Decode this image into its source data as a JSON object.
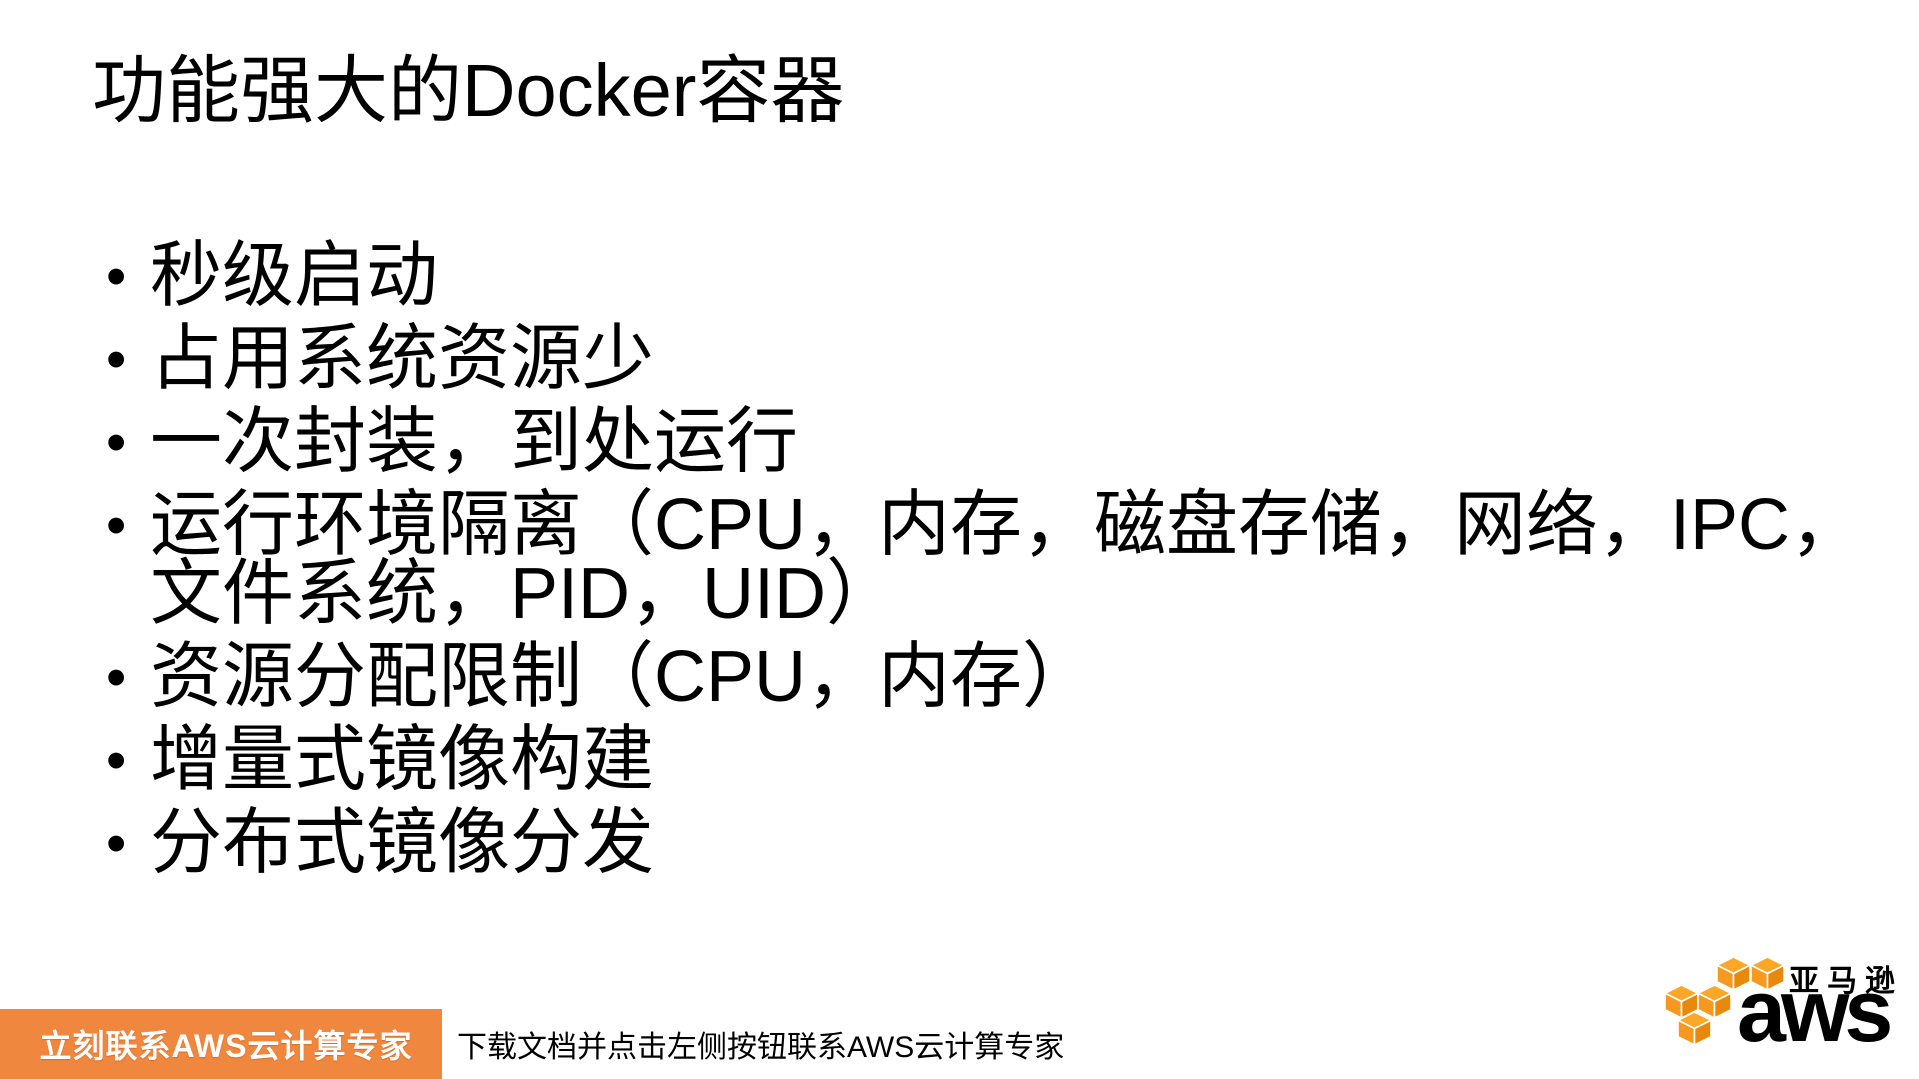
{
  "slide": {
    "title": "功能强大的Docker容器",
    "bullets": [
      "秒级启动",
      "占用系统资源少",
      "一次封装，到处运行",
      "运行环境隔离（CPU，内存，磁盘存储，网络，IPC，\n文件系统，PID，UID）",
      "资源分配限制（CPU，内存）",
      "增量式镜像构建",
      "分布式镜像分发"
    ]
  },
  "footer": {
    "cta_label": "立刻联系AWS云计算专家",
    "caption": "下载文档并点击左侧按钮联系AWS云计算专家"
  },
  "logo": {
    "cn_name": "亚马逊",
    "brand": "aws",
    "icon": "aws-cubes-icon"
  },
  "colors": {
    "cta_orange": "#F0873F",
    "logo_orange": "#F7981F",
    "logo_orange_light": "#FCA726",
    "logo_orange_dark": "#E8890C",
    "text_black": "#000000"
  }
}
